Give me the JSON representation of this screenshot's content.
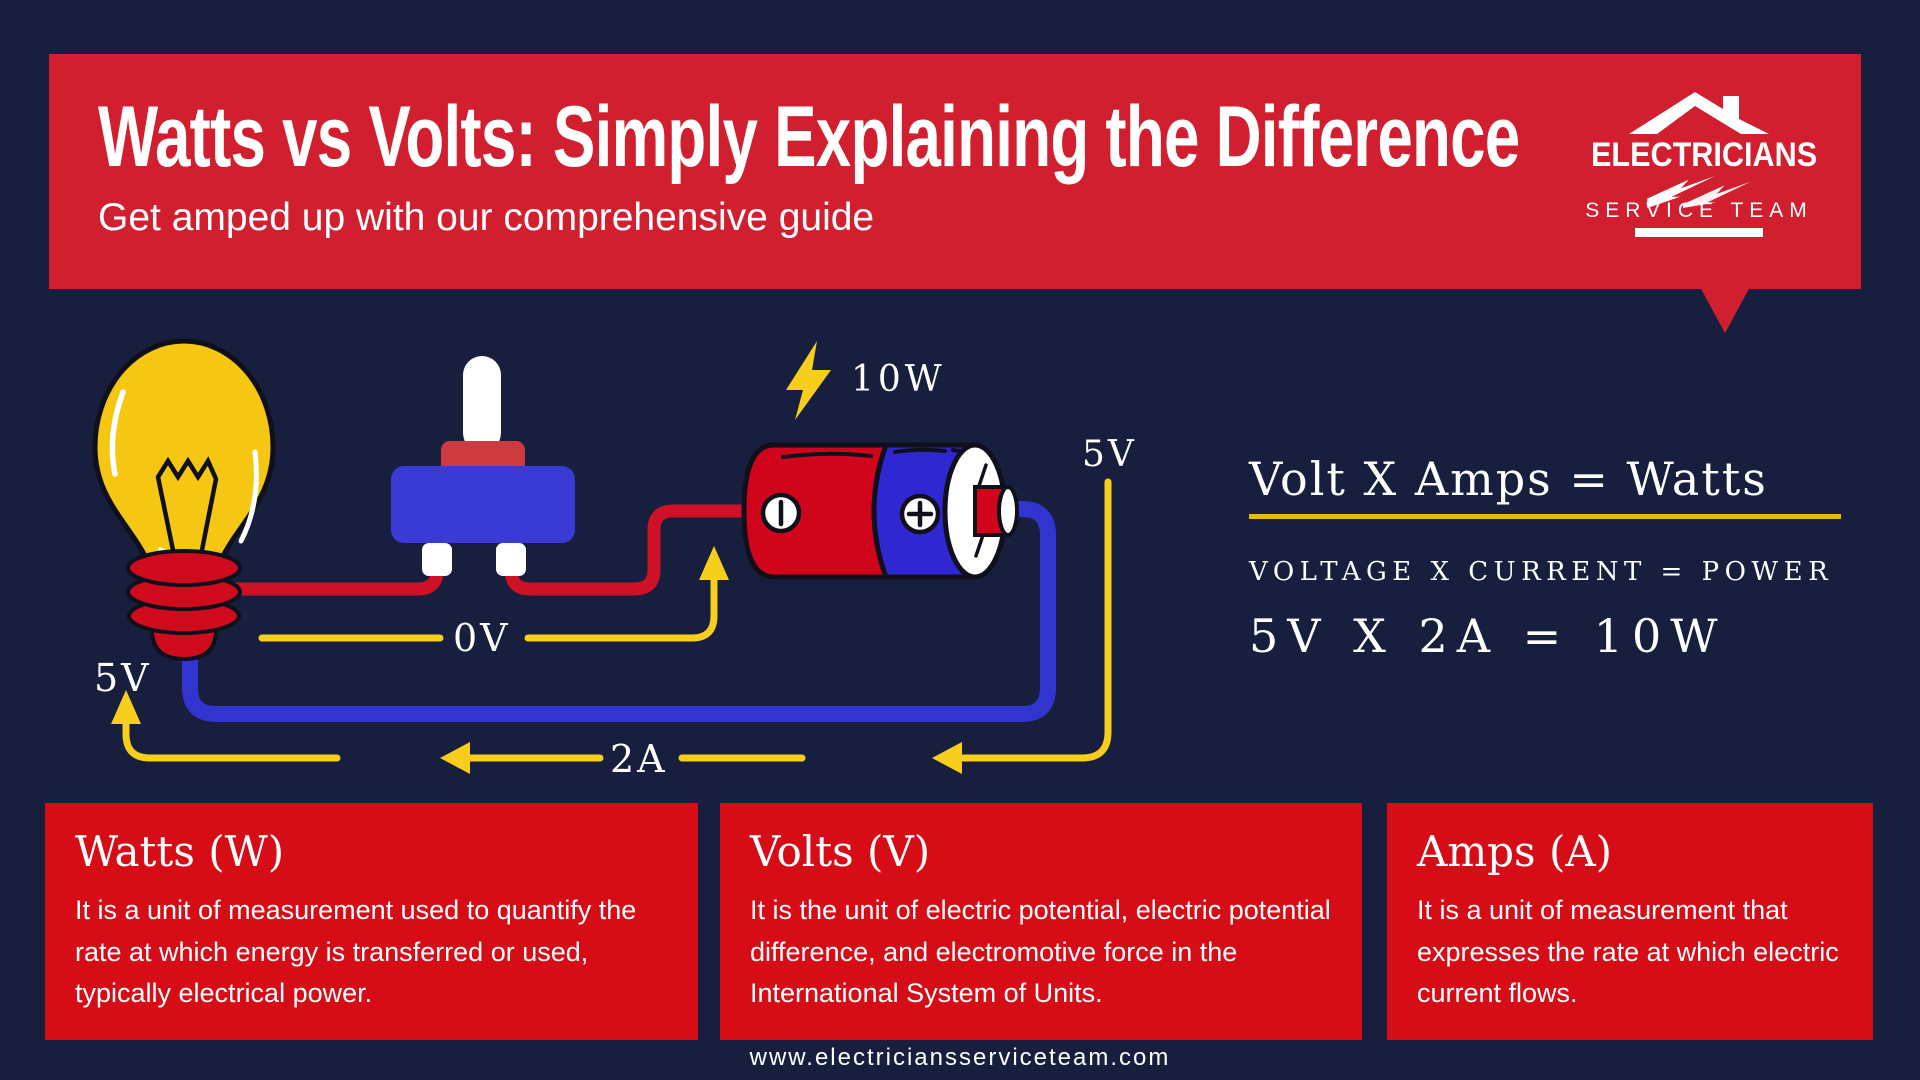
{
  "header": {
    "title": "Watts vs Volts: Simply Explaining the Difference",
    "subtitle": "Get amped up with our comprehensive guide",
    "logo": {
      "name_top": "ELECTRICIANS",
      "name_bottom": "SERVICE TEAM"
    }
  },
  "circuit": {
    "labels": {
      "power": "10W",
      "source_voltage": "5V",
      "switch_voltage": "0V",
      "bulb_voltage": "5V",
      "current": "2A"
    },
    "icons": [
      "light-bulb-icon",
      "toggle-switch-icon",
      "battery-icon",
      "lightning-bolt-icon"
    ]
  },
  "formula_panel": {
    "equation_units": "Volt X Amps = Watts",
    "equation_terms": "VOLTAGE X CURRENT = POWER",
    "equation_values": "5V X 2A = 10W"
  },
  "cards": [
    {
      "title": "Watts (W)",
      "body": "It is a unit of measurement used to quantify the rate at which energy is transferred or used, typically electrical power."
    },
    {
      "title": "Volts (V)",
      "body": "It is the unit of electric potential, electric potential difference, and electromotive force in the International System of Units."
    },
    {
      "title": "Amps (A)",
      "body": "It is a unit of measurement that expresses the rate at which electric current flows."
    }
  ],
  "footer": {
    "website": "www.electriciansserviceteam.com"
  },
  "colors": {
    "background": "#181f3e",
    "header_red": "#d21f2f",
    "card_red": "#d60d17",
    "wire_red": "#ce1126",
    "wire_blue": "#3234cf",
    "switch_blue": "#3a3ad4",
    "battery_blue": "#2f28d2",
    "battery_red": "#d0051c",
    "accent_yellow": "#f8ce1c",
    "bulb_yellow": "#f5c712",
    "underline_gold": "#eab711",
    "outline_black": "#10101c",
    "white": "#ffffff"
  }
}
